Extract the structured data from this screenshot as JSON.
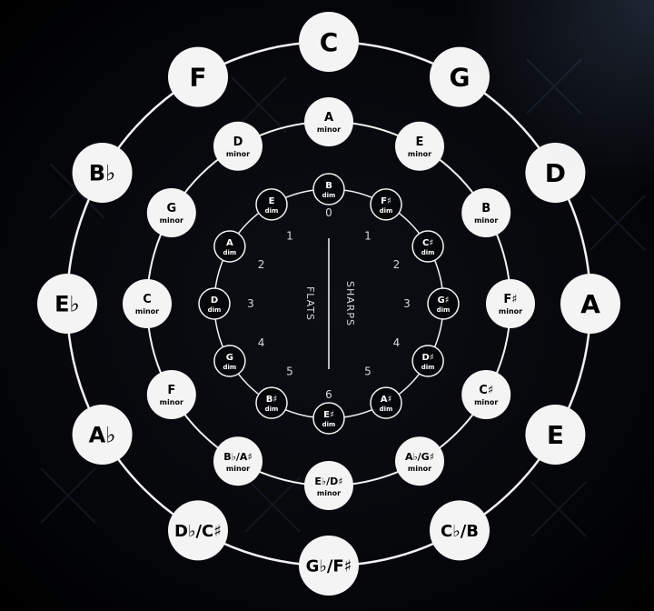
{
  "major_keys": [
    "C",
    "G",
    "D",
    "A",
    "E",
    "C♭/B",
    "G♭/F♯",
    "D♭/C♯",
    "A♭",
    "E♭",
    "B♭",
    "F"
  ],
  "minor_keys": [
    {
      "note": "A",
      "label": "minor"
    },
    {
      "note": "E",
      "label": "minor"
    },
    {
      "note": "B",
      "label": "minor"
    },
    {
      "note": "F♯",
      "label": "minor"
    },
    {
      "note": "C♯",
      "label": "minor"
    },
    {
      "note": "A♭/G♯",
      "label": "minor"
    },
    {
      "note": "E♭/D♯",
      "label": "minor"
    },
    {
      "note": "B♭/A♯",
      "label": "minor"
    },
    {
      "note": "F",
      "label": "minor"
    },
    {
      "note": "C",
      "label": "minor"
    },
    {
      "note": "G",
      "label": "minor"
    },
    {
      "note": "D",
      "label": "minor"
    }
  ],
  "dim_keys": [
    {
      "note": "B",
      "label": "dim"
    },
    {
      "note": "F♯",
      "label": "dim"
    },
    {
      "note": "C♯",
      "label": "dim"
    },
    {
      "note": "G♯",
      "label": "dim"
    },
    {
      "note": "D♯",
      "label": "dim"
    },
    {
      "note": "A♯",
      "label": "dim"
    },
    {
      "note": "E♯",
      "label": "dim"
    },
    {
      "note": "B♯",
      "label": "dim"
    },
    {
      "note": "G",
      "label": "dim"
    },
    {
      "note": "D",
      "label": "dim"
    },
    {
      "note": "A",
      "label": "dim"
    },
    {
      "note": "E",
      "label": "dim"
    }
  ],
  "accidental_counts": [
    "0",
    "1",
    "2",
    "3",
    "4",
    "5",
    "6",
    "5",
    "4",
    "3",
    "2",
    "1"
  ],
  "axis_labels": {
    "left": "FLATS",
    "right": "SHARPS"
  },
  "colors": {
    "background": "#05070a",
    "circle_fill": "#f4f4f4",
    "ring_stroke": "#f2f2f2",
    "dim_fill": "#050709"
  }
}
